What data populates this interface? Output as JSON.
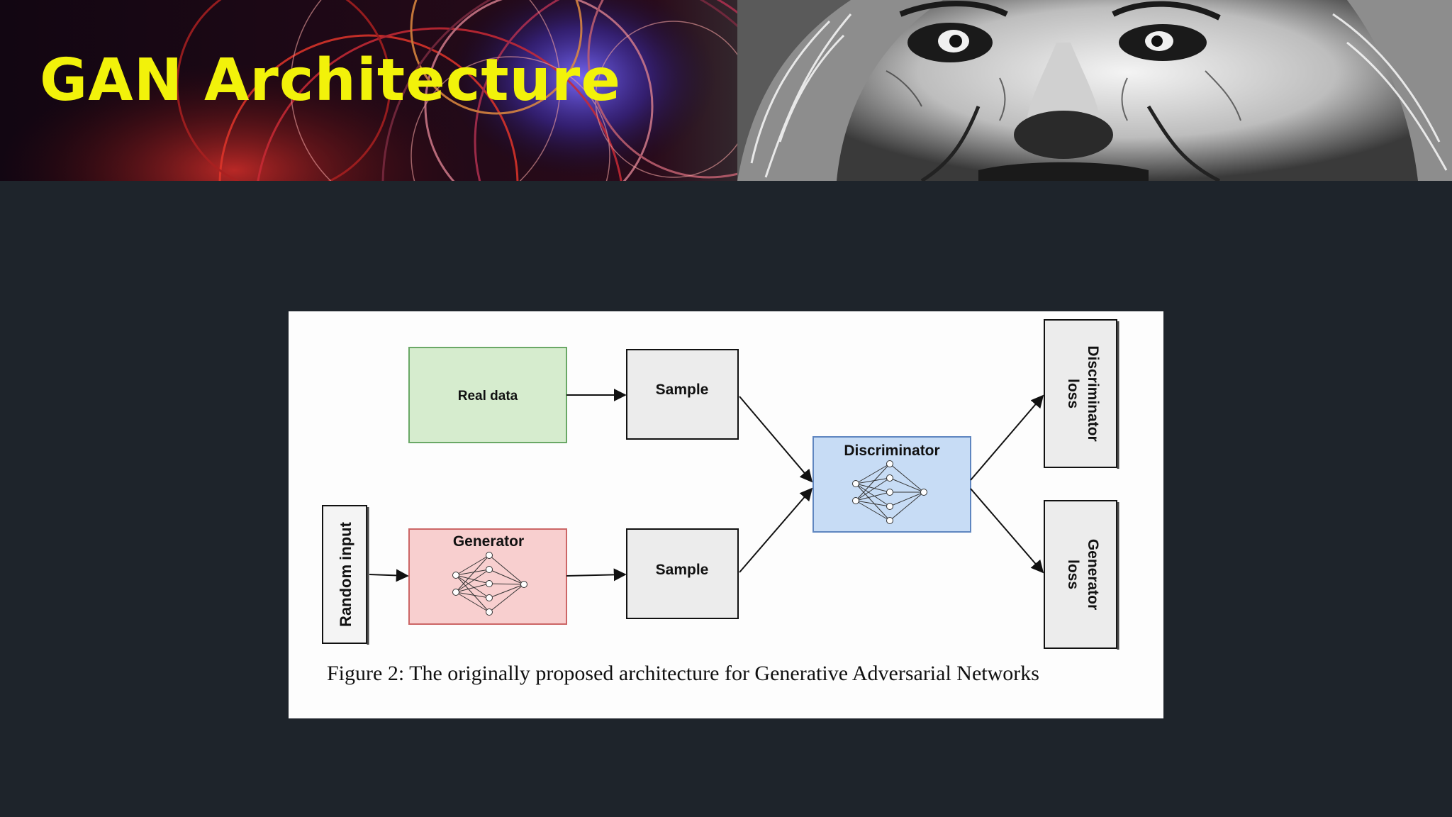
{
  "slide": {
    "title": "GAN Architecture",
    "title_color": "#f2f20a",
    "background_color": "#1e242b"
  },
  "diagram": {
    "nodes": {
      "random_input": "Random input",
      "real_data": "Real data",
      "generator": "Generator",
      "sample_real": "Sample",
      "sample_fake": "Sample",
      "discriminator": "Discriminator",
      "discriminator_loss": [
        "Discriminator",
        "loss"
      ],
      "generator_loss": [
        "Generator",
        "loss"
      ]
    },
    "colors": {
      "real_data_fill": "#d6ecce",
      "generator_fill": "#f8cfcf",
      "discriminator_fill": "#c7dcf5",
      "sample_fill": "#ececec"
    },
    "edges": [
      [
        "random_input",
        "generator"
      ],
      [
        "real_data",
        "sample_real"
      ],
      [
        "generator",
        "sample_fake"
      ],
      [
        "sample_real",
        "discriminator"
      ],
      [
        "sample_fake",
        "discriminator"
      ],
      [
        "discriminator",
        "discriminator_loss"
      ],
      [
        "discriminator",
        "generator_loss"
      ]
    ],
    "caption": "Figure 2:  The originally proposed architecture for Generative Adversarial Networks"
  }
}
